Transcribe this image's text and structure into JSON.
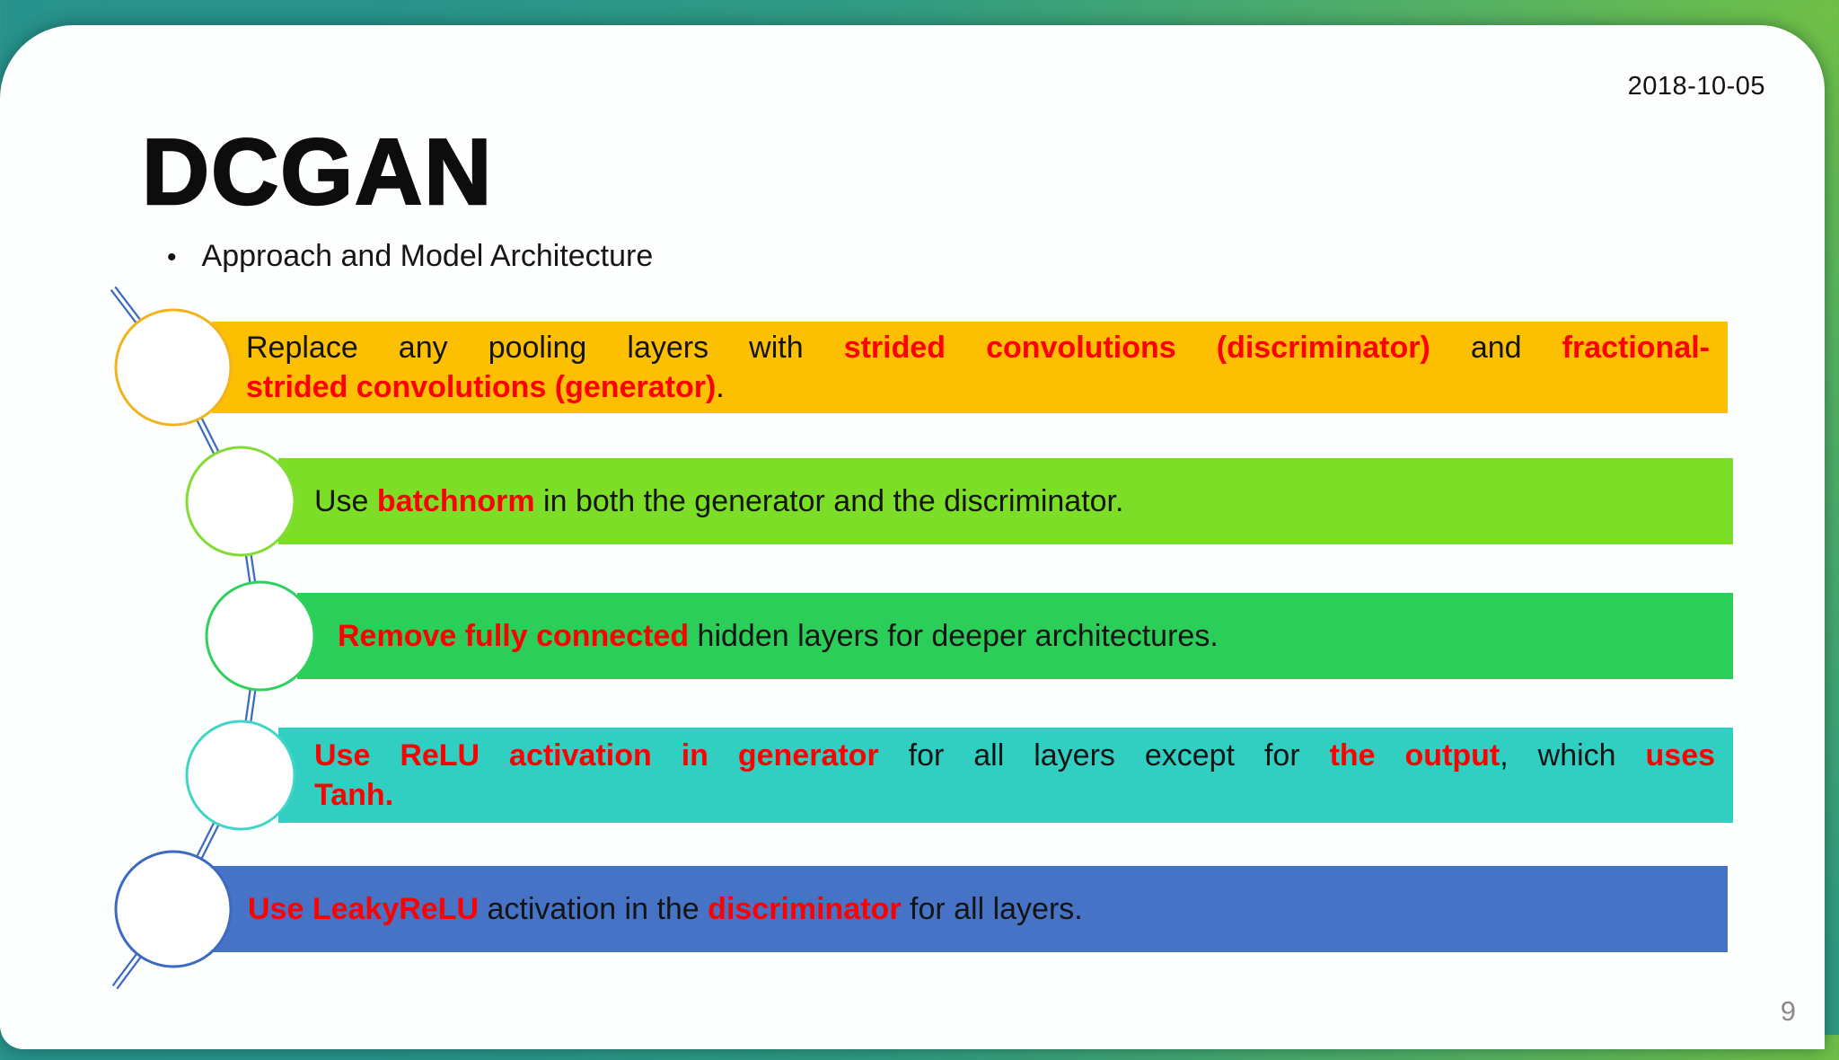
{
  "slide": {
    "date": "2018-10-05",
    "title": "DCGAN",
    "bullet": "Approach and Model Architecture",
    "page_number": "9"
  },
  "colors": {
    "background_teal": "#27928C",
    "background_green": "#70C046",
    "card_white": "#FDFEFE",
    "connector_blue": "#3B6CC0",
    "emphasis_red": "#FF0000",
    "body_text": "#141414",
    "page_number_gray": "#8A8A8A"
  },
  "bars": [
    {
      "fill": "#FCBF01",
      "circle_border": "#F2B31C",
      "lines": [
        [
          {
            "t": "Replace any pooling layers with ",
            "red": false
          },
          {
            "t": "strided convolutions (discriminator)",
            "red": true
          },
          {
            "t": " and ",
            "red": false
          },
          {
            "t": "fractional-",
            "red": true
          }
        ],
        [
          {
            "t": "strided convolutions (generator)",
            "red": true
          },
          {
            "t": ".",
            "red": false
          }
        ]
      ]
    },
    {
      "fill": "#7CDE26",
      "circle_border": "#83DC33",
      "lines": [
        [
          {
            "t": "Use ",
            "red": false
          },
          {
            "t": "batchnorm",
            "red": true
          },
          {
            "t": " in both the generator and the discriminator.",
            "red": false
          }
        ]
      ]
    },
    {
      "fill": "#2BCE58",
      "circle_border": "#2FD05E",
      "lines": [
        [
          {
            "t": "Remove fully connected",
            "red": true
          },
          {
            "t": " hidden layers for deeper architectures.",
            "red": false
          }
        ]
      ]
    },
    {
      "fill": "#31CFC2",
      "circle_border": "#40D5C8",
      "lines": [
        [
          {
            "t": "Use ReLU activation in generator",
            "red": true
          },
          {
            "t": " for all layers except for ",
            "red": false
          },
          {
            "t": "the output",
            "red": true
          },
          {
            "t": ", which ",
            "red": false
          },
          {
            "t": "uses",
            "red": true
          }
        ],
        [
          {
            "t": "Tanh.",
            "red": true
          }
        ]
      ]
    },
    {
      "fill": "#4673C5",
      "circle_border": "#3C6AC0",
      "lines": [
        [
          {
            "t": "Use LeakyReLU",
            "red": true
          },
          {
            "t": " activation in the ",
            "red": false
          },
          {
            "t": "discriminator",
            "red": true
          },
          {
            "t": " for all layers.",
            "red": false
          }
        ]
      ]
    }
  ]
}
